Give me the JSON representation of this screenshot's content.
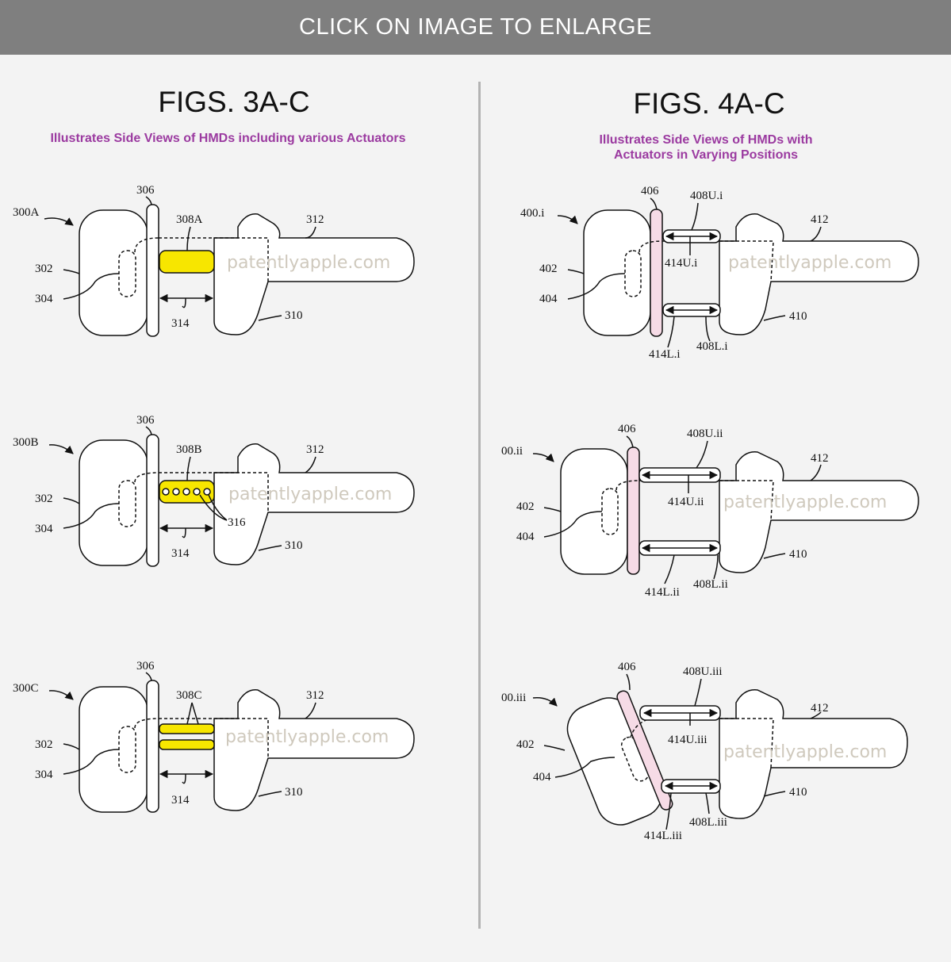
{
  "banner": {
    "text": "CLICK ON IMAGE TO ENLARGE"
  },
  "left_panel": {
    "title": "FIGS. 3A-C",
    "subtitle": "Illustrates Side Views of HMDs including various Actuators"
  },
  "right_panel": {
    "title": "FIGS. 4A-C",
    "subtitle_line1": "Illustrates Side Views of HMDs with",
    "subtitle_line2": "Actuators in Varying Positions"
  },
  "watermark": "patentlyapple.com",
  "colors": {
    "actuator_fill": "#f7e600",
    "tilt_plate": "#f6dbe6",
    "subtitle": "#9b3aa0",
    "banner_bg": "#7f7f7f"
  },
  "fig3": [
    {
      "ref": "300A",
      "display": "306",
      "actuator": "308A",
      "strap_front": "312",
      "face": "302",
      "lens": "304",
      "gap": "314",
      "cushion": "310"
    },
    {
      "ref": "300B",
      "display": "306",
      "actuator": "308B",
      "strap_front": "312",
      "face": "302",
      "lens": "304",
      "gap": "314",
      "cushion": "310",
      "cells": "316"
    },
    {
      "ref": "300C",
      "display": "306",
      "actuator": "308C",
      "strap_front": "312",
      "face": "302",
      "lens": "304",
      "gap": "314",
      "cushion": "310"
    }
  ],
  "fig4": [
    {
      "ref": "400.i",
      "display": "406",
      "upper": "408U.i",
      "upper_gap": "414U.i",
      "lower": "408L.i",
      "lower_gap": "414L.i",
      "strap": "412",
      "face": "402",
      "lens": "404",
      "cushion": "410"
    },
    {
      "ref": "00.ii",
      "display": "406",
      "upper": "408U.ii",
      "upper_gap": "414U.ii",
      "lower": "408L.ii",
      "lower_gap": "414L.ii",
      "strap": "412",
      "face": "402",
      "lens": "404",
      "cushion": "410"
    },
    {
      "ref": "00.iii",
      "display": "406",
      "upper": "408U.iii",
      "upper_gap": "414U.iii",
      "lower": "408L.iii",
      "lower_gap": "414L.iii",
      "strap": "412",
      "face": "402",
      "lens": "404",
      "cushion": "410"
    }
  ]
}
